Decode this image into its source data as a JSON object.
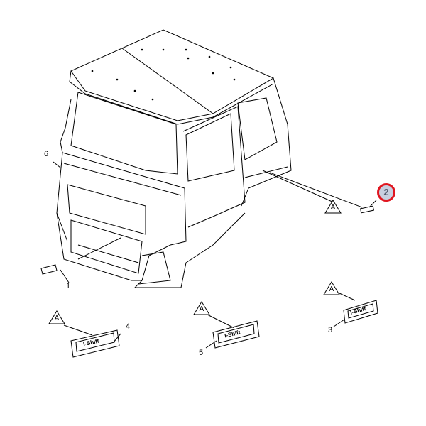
{
  "diagram": {
    "callouts": [
      {
        "id": "1",
        "label": "1"
      },
      {
        "id": "2",
        "label": "2",
        "highlighted": true
      },
      {
        "id": "3",
        "label": "3"
      },
      {
        "id": "4",
        "label": "4"
      },
      {
        "id": "5",
        "label": "5"
      },
      {
        "id": "6",
        "label": "6"
      }
    ],
    "reference_marker": "A",
    "highlight_color": "#e0151f",
    "badge_text": "I-Shift"
  }
}
